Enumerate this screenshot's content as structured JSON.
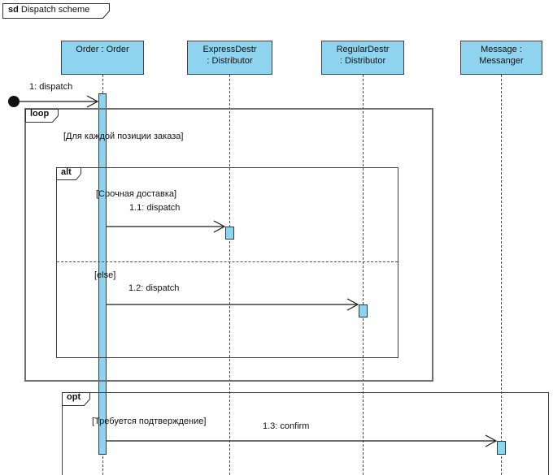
{
  "title": {
    "prefix": "sd",
    "name": "Dispatch scheme"
  },
  "lifelines": [
    {
      "line1": "Order : Order",
      "line2": ""
    },
    {
      "line1": "ExpressDestr",
      "line2": ": Distributor"
    },
    {
      "line1": "RegularDestr",
      "line2": ": Distributor"
    },
    {
      "line1": "Message :",
      "line2": "Messanger"
    }
  ],
  "messages": {
    "m1": {
      "label": "1: dispatch"
    },
    "m11": {
      "label": "1.1: dispatch"
    },
    "m12": {
      "label": "1.2: dispatch"
    },
    "m13": {
      "label": "1.3: confirm"
    }
  },
  "fragments": {
    "loop": {
      "operator": "loop",
      "guard": "[Для каждой позиции заказа]"
    },
    "alt": {
      "operator": "alt",
      "guard_if": "[Срочная доставка]",
      "guard_else": "[else]"
    },
    "opt": {
      "operator": "opt",
      "guard": "[Требуется подтверждение]"
    }
  },
  "colors": {
    "shape_fill": "#8ED4EF",
    "shape_border": "#37424a",
    "loop_frame_border": "#6e6e6e",
    "frame_border": "#3f3f3f",
    "message_line": "#1a1a1a"
  }
}
